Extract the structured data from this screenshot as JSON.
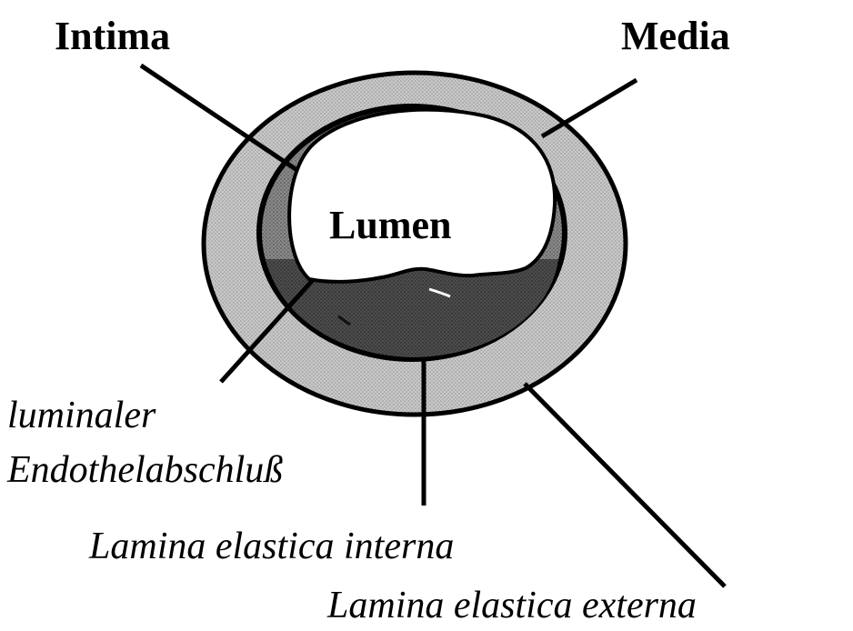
{
  "labels": {
    "intima": "Intima",
    "media": "Media",
    "lumen": "Lumen",
    "endothel_line1": "luminaler",
    "endothel_line2": "Endothelabschluß",
    "lamina_interna": "Lamina elastica interna",
    "lamina_externa": "Lamina elastica externa"
  },
  "colors": {
    "media_fill": "#c4c4c4",
    "intima_fill": "#8a8a8a",
    "plaque_fill": "#4a4a4a",
    "outline": "#000000"
  }
}
